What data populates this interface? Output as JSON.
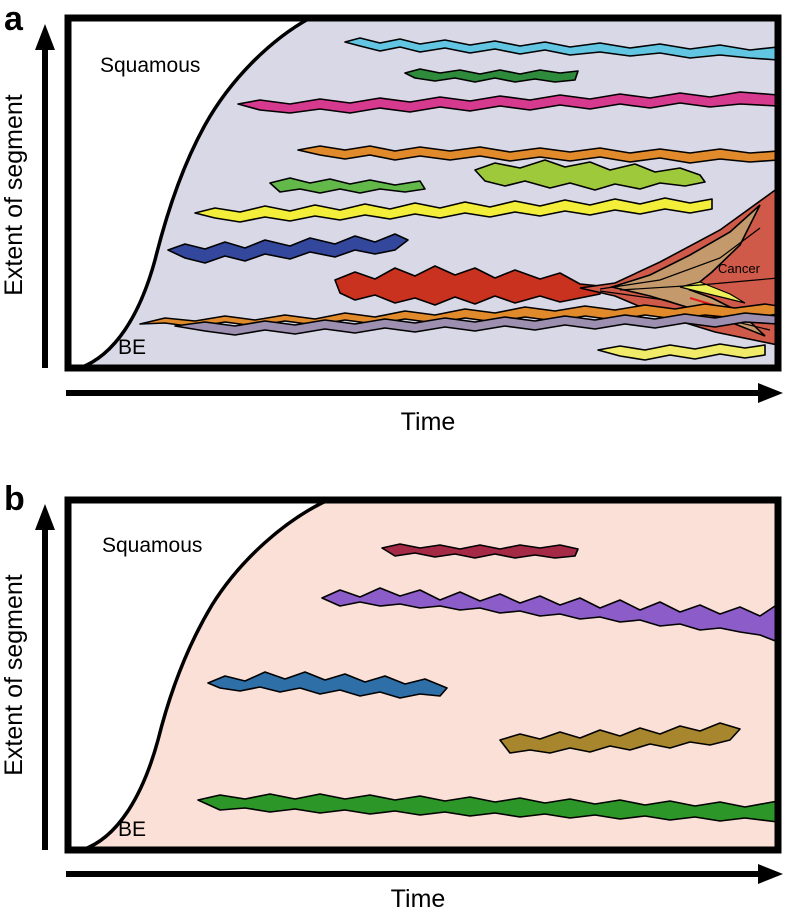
{
  "panels": [
    {
      "letter": "a",
      "top_label": "Squamous",
      "bottom_label": "BE",
      "y_axis_label": "Extent of segment",
      "x_axis_label": "Time",
      "inset_label": "Cancer",
      "background_color": "#d9d8e6",
      "clone_colors": [
        "#62c6e3",
        "#2e8b3c",
        "#d63a8e",
        "#e08a2c",
        "#9ec93a",
        "#63b84a",
        "#f2ee3a",
        "#33479c",
        "#c8321f",
        "#e08a2c",
        "#9c8fb0",
        "#f0ec6a"
      ]
    },
    {
      "letter": "b",
      "top_label": "Squamous",
      "bottom_label": "BE",
      "y_axis_label": "Extent of segment",
      "x_axis_label": "Time",
      "background_color": "#fae0d6",
      "clone_colors": [
        "#a42a46",
        "#8c5cc8",
        "#2e6fa8",
        "#a8862e",
        "#2c9628"
      ]
    }
  ]
}
